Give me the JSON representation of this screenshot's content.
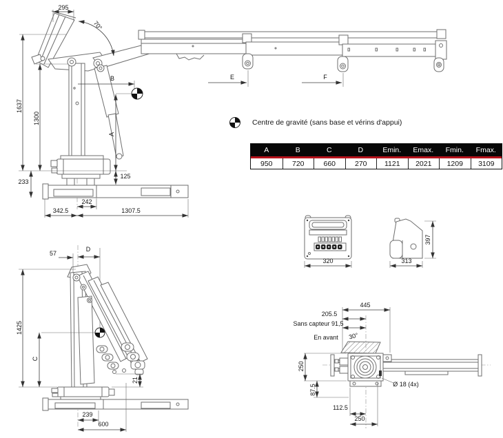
{
  "colors": {
    "drawing_line": "#6e6e6e",
    "dimension_line": "#3c3c3c",
    "table_header_bg": "#070707",
    "table_header_fg": "#ffffff",
    "accent_red": "#b5121b"
  },
  "legend": {
    "icon": "center-of-gravity-icon",
    "text": "Centre de gravité (sans base et vérins d'appui)"
  },
  "table": {
    "headers": [
      "A",
      "B",
      "C",
      "D",
      "Emin.",
      "Emax.",
      "Fmin.",
      "Fmax."
    ],
    "values": [
      "950",
      "720",
      "660",
      "270",
      "1121",
      "2021",
      "1209",
      "3109"
    ]
  },
  "dims": {
    "side": {
      "w295": "295",
      "angle": "70°",
      "h1637": "1637",
      "h1300": "1300",
      "cg_b": "B",
      "cg_a": "A",
      "h233": "233",
      "h125": "125",
      "w242": "242",
      "w342": "342.5",
      "w1307": "1307.5",
      "ext_e": "E",
      "ext_f": "F"
    },
    "console": {
      "front_w": "320",
      "side_w": "313",
      "side_h": "397"
    },
    "folded": {
      "w57": "57",
      "cg_d": "D",
      "h1425": "1425",
      "cg_c": "C",
      "gap21": "21",
      "w239": "239",
      "w600": "600"
    },
    "top": {
      "w445": "445",
      "w205": "205.5",
      "sensor": "Sans capteur 91,5",
      "forward": "En avant",
      "angle": "30°",
      "h250": "250",
      "h87": "87.5",
      "holes": "Ø 18 (4x)",
      "w112": "112.5",
      "w250": "250"
    }
  }
}
